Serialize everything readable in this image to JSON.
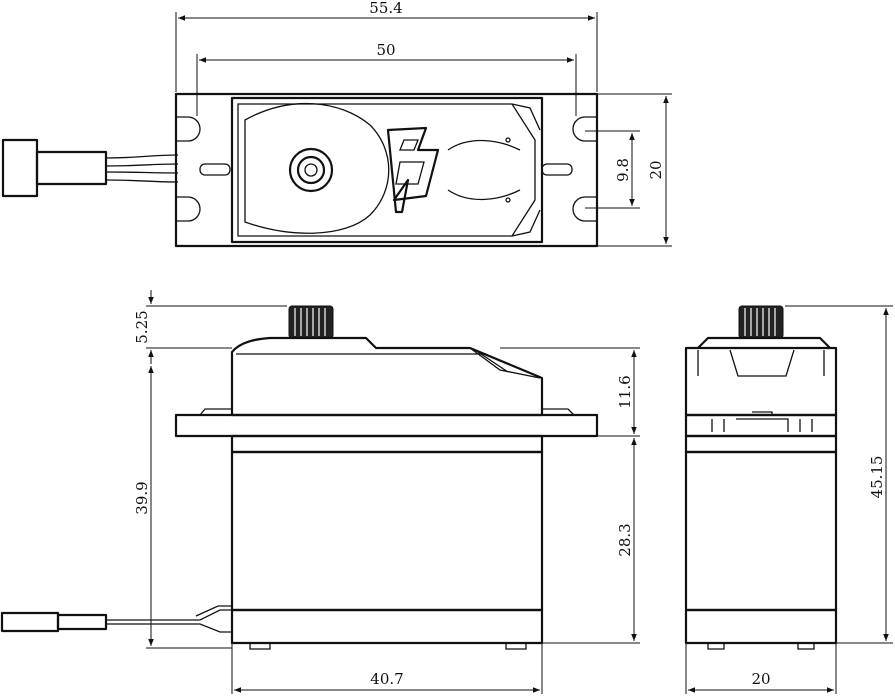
{
  "dimensions": {
    "top_overall_width": "55.4",
    "top_hole_spacing": "50",
    "top_slot_spacing": "9.8",
    "top_body_width": "20",
    "side_spline_height": "5.25",
    "side_total_height": "39.9",
    "side_upper_case": "11.6",
    "side_lower_case": "28.3",
    "side_body_length": "40.7",
    "end_total_height": "45.15",
    "end_body_width": "20"
  },
  "colors": {
    "line": "#111111",
    "background": "#ffffff"
  }
}
